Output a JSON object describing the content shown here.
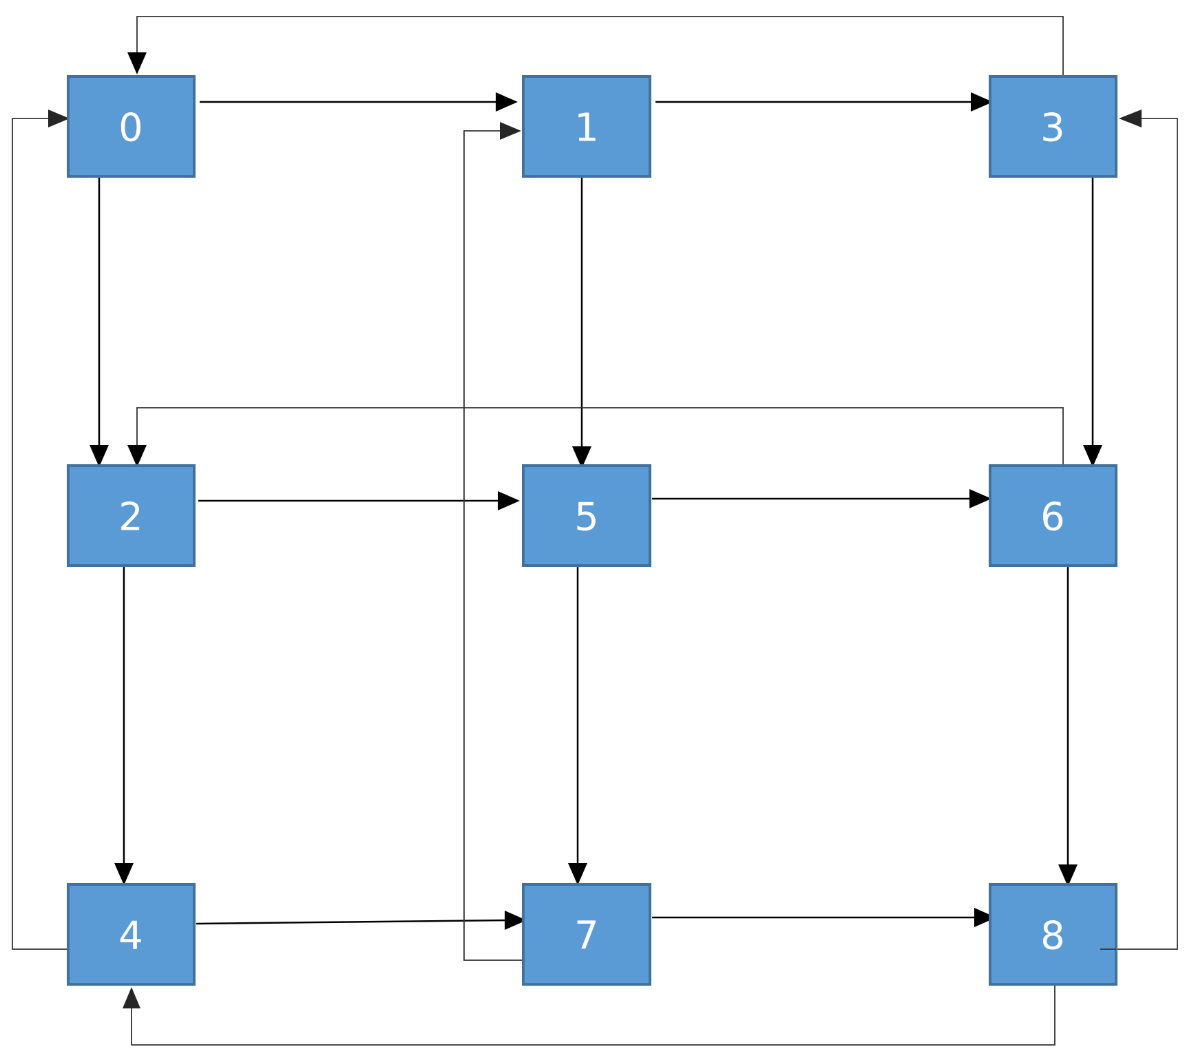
{
  "nodes": [
    {
      "id": "0",
      "label": "0"
    },
    {
      "id": "1",
      "label": "1"
    },
    {
      "id": "3",
      "label": "3"
    },
    {
      "id": "2",
      "label": "2"
    },
    {
      "id": "5",
      "label": "5"
    },
    {
      "id": "6",
      "label": "6"
    },
    {
      "id": "4",
      "label": "4"
    },
    {
      "id": "7",
      "label": "7"
    },
    {
      "id": "8",
      "label": "8"
    }
  ],
  "edges": [
    {
      "from": "0",
      "to": "1"
    },
    {
      "from": "1",
      "to": "3"
    },
    {
      "from": "3",
      "to": "0"
    },
    {
      "from": "0",
      "to": "2"
    },
    {
      "from": "1",
      "to": "5"
    },
    {
      "from": "3",
      "to": "6"
    },
    {
      "from": "6",
      "to": "2"
    },
    {
      "from": "2",
      "to": "5"
    },
    {
      "from": "5",
      "to": "6"
    },
    {
      "from": "2",
      "to": "4"
    },
    {
      "from": "5",
      "to": "7"
    },
    {
      "from": "6",
      "to": "8"
    },
    {
      "from": "4",
      "to": "7"
    },
    {
      "from": "7",
      "to": "8"
    },
    {
      "from": "4",
      "to": "0"
    },
    {
      "from": "7",
      "to": "1"
    },
    {
      "from": "8",
      "to": "3"
    },
    {
      "from": "8",
      "to": "4"
    }
  ],
  "colors": {
    "node_fill": "#5b9bd5",
    "node_border": "#41719c",
    "node_text": "#ffffff",
    "edge": "#000000"
  }
}
